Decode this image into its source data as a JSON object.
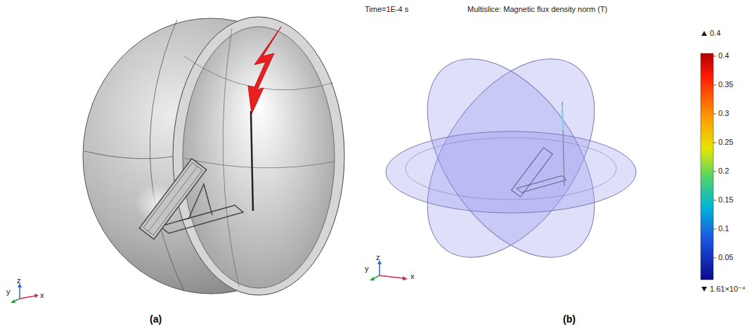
{
  "diagram": {
    "labels": [
      "y",
      "z",
      "x",
      "(a)",
      "Time=1E-4 s",
      "Multislice: Magnetic flux density norm (T)",
      "0.4",
      "0.4",
      "0.35",
      "0.3",
      "0.25",
      "0.2",
      "0.15",
      "0.1",
      "0.05",
      "1.61×10⁻⁴",
      "y",
      "z",
      "x",
      "(b)"
    ]
  }
}
